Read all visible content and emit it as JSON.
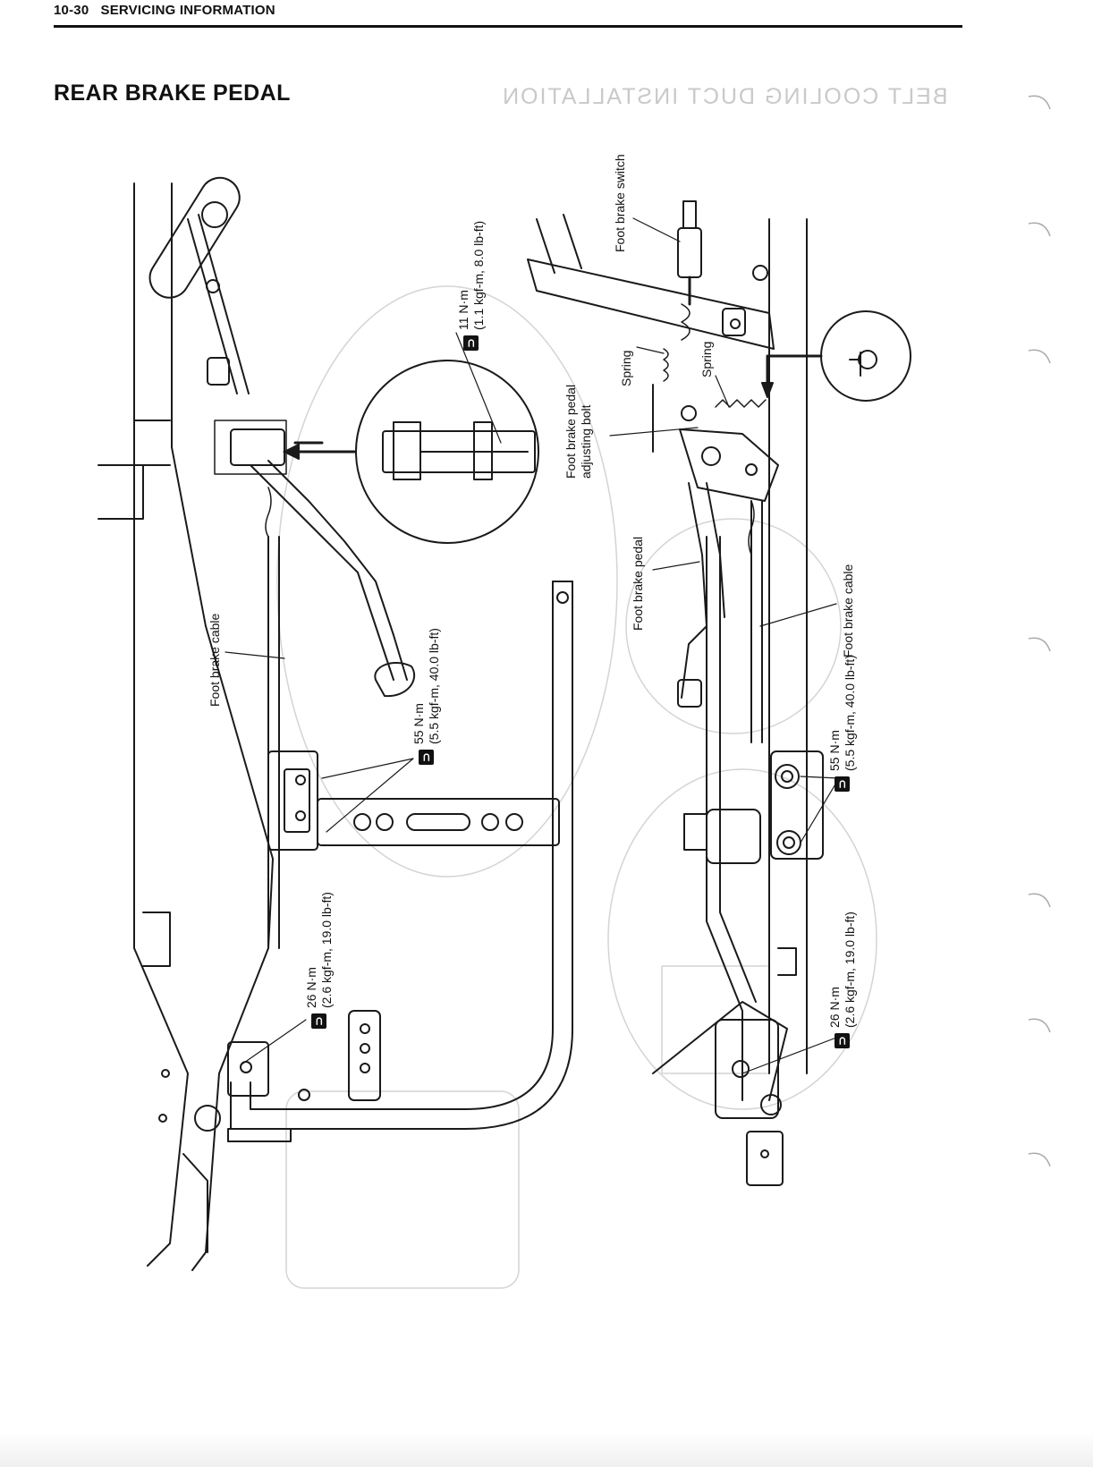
{
  "header": {
    "page_ref": "10-30",
    "section": "SERVICING INFORMATION"
  },
  "title": "REAR BRAKE PEDAL",
  "ghost_text": "BELT COOLING DUCT INSTALLATION",
  "left_view": {
    "cable_label": "Foot brake cable",
    "torque_11": {
      "line1": "11 N·m",
      "line2": "(1.1 kgf-m, 8.0 lb-ft)"
    },
    "torque_55": {
      "line1": "55 N·m",
      "line2": "(5.5 kgf-m, 40.0 lb-ft)"
    },
    "torque_26": {
      "line1": "26 N·m",
      "line2": "(2.6 kgf-m, 19.0 lb-ft)"
    }
  },
  "right_view": {
    "switch_label": "Foot brake switch",
    "spring_label_1": "Spring",
    "spring_label_2": "Spring",
    "adjusting_bolt_line1": "Foot brake pedal",
    "adjusting_bolt_line2": "adjusting bolt",
    "pedal_label": "Foot brake pedal",
    "cable_label": "Foot brake cable",
    "torque_55": {
      "line1": "55 N·m",
      "line2": "(5.5 kgf-m, 40.0 lb-ft)"
    },
    "torque_26": {
      "line1": "26 N·m",
      "line2": "(2.6 kgf-m, 19.0 lb-ft)"
    }
  },
  "icons": {
    "torque": "torque-wrench-icon",
    "clip_detail": "cotter-pin-detail-icon"
  }
}
